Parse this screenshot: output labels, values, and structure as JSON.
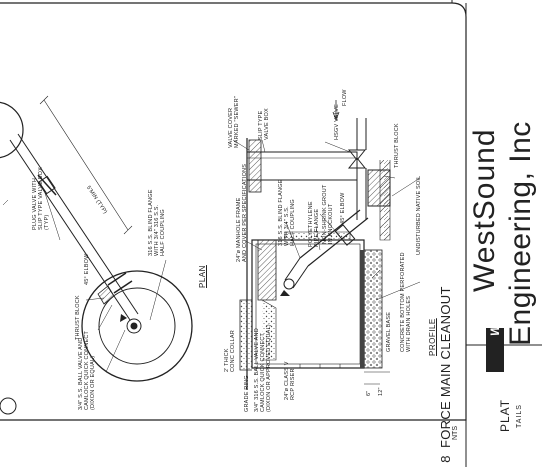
{
  "detail": {
    "number": "8",
    "title": "FORCE MAIN CLEANOUT",
    "scale": "NTS"
  },
  "plan": {
    "label": "PLAN",
    "dimension": "5'MIN (TYP)",
    "notes": {
      "plug_valve": [
        "PLUG VALVE WITH",
        "SLIP TYPE VALVE BOX",
        "(TYP)"
      ],
      "elbow": "45° ELBOW",
      "thrust_block": "THRUST BLOCK",
      "ball_valve": [
        "3/4\" S.S. BALL VALVE AND",
        "CAMLOCK QUICK CONNECT",
        "(DIXON OR EQUAL)"
      ],
      "blind_flange": [
        "316 S.S. BLIND FLANGE",
        "WITH 3/4\" 316 S.S.",
        "HALF COUPLING"
      ]
    }
  },
  "profile": {
    "label": "PROFILE",
    "notes": {
      "valve_cover": [
        "VALVE COVER",
        "MARKED \"SEWER\""
      ],
      "slip_valve_box": [
        "SLIP TYPE",
        "VALVE BOX"
      ],
      "hsgv_valve": "HSGV VALVE",
      "flow": "FLOW",
      "thrust_block": "THRUST BLOCK",
      "undisturbed_soil": "UNDISTURBED NATIVE SOIL",
      "manhole_frame": [
        "24\"ø MANHOLE FRAME",
        "AND COVER PER SPECIFICATIONS"
      ],
      "blind_flange": [
        "316 S.S. BLIND FLANGE",
        "WITH 3/4\" S.S.",
        "HALF COUPLING"
      ],
      "polyethylene_flange": [
        "POLYETHYLENE",
        "PIPE FLANGE"
      ],
      "grout": [
        "NON-SHRINK GROUT",
        "IN KNOCKOUT"
      ],
      "elbow": "45° ELBOW",
      "concrete_collar": [
        "2' THICK",
        "CONC COLLAR"
      ],
      "grade_ring": "GRADE RING",
      "ball_valve": [
        "3/4\" 316 S.S. BALL VALVE AND",
        "CAMLOCK QUICK CONNECT",
        "(DIXON OR APPROVED EQUAL)"
      ],
      "riser": [
        "24\"ø CLASS V",
        "RCP RISER"
      ],
      "gravel_base": "GRAVEL BASE",
      "concrete_bottom": [
        "CONCRETE BOTTOM PERFORATED",
        "WITH DRAIN HOLES"
      ],
      "dim_6in": "6\"",
      "dim_12in": "12\""
    }
  },
  "title_block": {
    "company_line1": "WestSound",
    "company_line2": "Engineering, Inc",
    "logo_text": "WSE",
    "sheet_title": "PLAT",
    "sheet_subtitle": "TAILS"
  }
}
